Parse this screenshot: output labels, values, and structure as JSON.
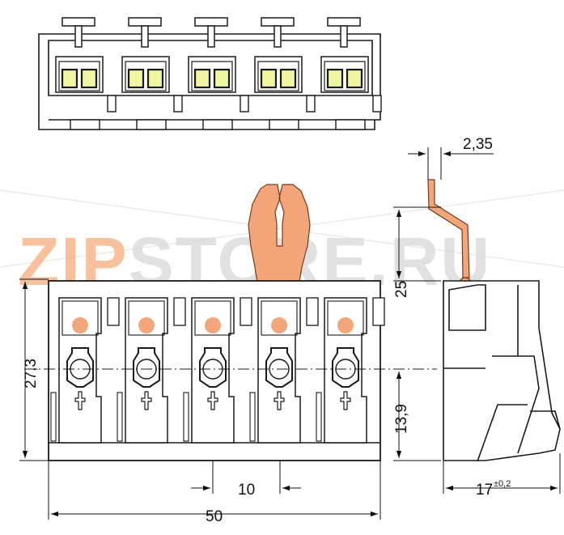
{
  "watermark": {
    "text": "ZIPSTORE.RU",
    "color_primary": "#f7b58a",
    "color_secondary": "#d9d9d9"
  },
  "dimensions": {
    "lever_thickness": "2,35",
    "lever_height": "25",
    "body_height": "27,3",
    "lower_height": "13,9",
    "pitch": "10",
    "total_width": "50",
    "depth": "17",
    "depth_tolerance": "±0,2"
  },
  "colors": {
    "outline": "#1a1a1a",
    "copper": "#f2a679",
    "led": "#f0f5a0",
    "background": "#ffffff"
  },
  "poles": 5
}
